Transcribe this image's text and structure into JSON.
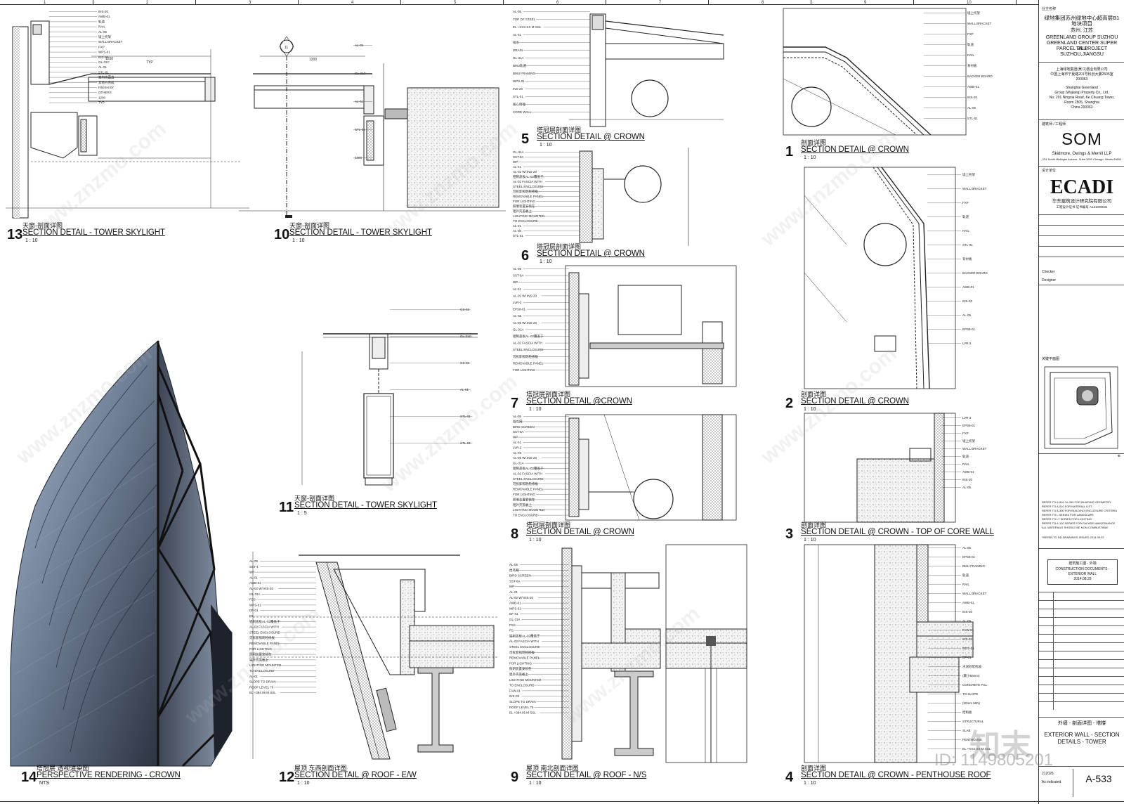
{
  "grid_numbers": [
    "1",
    "2",
    "3",
    "4",
    "5",
    "6",
    "7",
    "8",
    "9",
    "10"
  ],
  "details": {
    "d13": {
      "num": "13",
      "zh": "天窗-剖面详图",
      "en": "SECTION DETAIL - TOWER SKYLIGHT",
      "scale": "1 : 10"
    },
    "d10": {
      "num": "10",
      "zh": "天窗-剖面详图",
      "en": "SECTION DETAIL - TOWER SKYLIGHT",
      "scale": "1 : 10"
    },
    "d11": {
      "num": "11",
      "zh": "天窗-剖面详图",
      "en": "SECTION DETAIL - TOWER SKYLIGHT",
      "scale": "1 : 5"
    },
    "d14": {
      "num": "14",
      "zh": "塔冠层 透视渲染图",
      "en": "PERSPECTIVE RENDERING - CROWN",
      "scale": "NTS"
    },
    "d12": {
      "num": "12",
      "zh": "屋顶 东西剖面详图",
      "en": "SECTION DETAIL @ ROOF - E/W",
      "scale": "1 : 10"
    },
    "d9": {
      "num": "9",
      "zh": "屋顶 南北剖面详图",
      "en": "SECTION DETAIL @ ROOF - N/S",
      "scale": "1 : 10"
    },
    "d5": {
      "num": "5",
      "zh": "塔冠层剖面详图",
      "en": "SECTION DETAIL @ CROWN",
      "scale": "1 : 10"
    },
    "d6": {
      "num": "6",
      "zh": "塔冠层剖面详图",
      "en": "SECTION DETAIL @ CROWN",
      "scale": "1 : 10"
    },
    "d7": {
      "num": "7",
      "zh": "塔冠层剖面详图",
      "en": "SECTION DETAIL @CROWN",
      "scale": "1 : 10"
    },
    "d8": {
      "num": "8",
      "zh": "塔冠层剖面详图",
      "en": "SECTION DETAIL @ CROWN",
      "scale": "1 : 10"
    },
    "d1": {
      "num": "1",
      "zh": "剖面详图",
      "en": "SECTION DETAIL @ CROWN",
      "scale": "1 : 10"
    },
    "d2": {
      "num": "2",
      "zh": "剖面详图",
      "en": "SECTION DETAIL @ CROWN",
      "scale": "1 : 10"
    },
    "d3": {
      "num": "3",
      "zh": "剖面详图",
      "en": "SECTION DETAIL @ CROWN - TOP OF CORE WALL",
      "scale": "1 : 10"
    },
    "d4": {
      "num": "4",
      "zh": "剖面详图",
      "en": "SECTION DETAIL @ CROWN - PENTHOUSE ROOF",
      "scale": "1 : 10"
    }
  },
  "tags": {
    "d13": [
      "INS-20",
      "AWB-01",
      "轨道",
      "RAIL",
      "AL-05",
      "墙上托架",
      "WALL BRACKET",
      "FXP",
      "WPS-01",
      "INS-03",
      "GL-31C",
      "AL-01",
      "STL-01",
      "室内饰面由",
      "其他方完成",
      "FINISH BY",
      "OTHERS",
      "1200",
      "TYP"
    ],
    "d10": [
      "AL-05",
      "GL-31C",
      "AL-01",
      "STL-01",
      "1200"
    ],
    "d11": [
      "GS-02",
      "GL-31C",
      "GS-03",
      "AL-01",
      "STL-01",
      "STL-01"
    ],
    "d12": [
      "AL-05",
      "SST-4",
      "WP",
      "AL-01",
      "AWB-01",
      "AL-02 W/ INS-20",
      "GL-31A",
      "FSS",
      "WPS-01",
      "DF-01",
      "FS",
      "铝制盖板AL-02覆盖于",
      "AL-02 FASCIA WITH",
      "STEEL ENCLOSURE",
      "可拆卸照明检修板",
      "REMOVABLE PANEL",
      "FOR LIGHTING",
      "照明装置安装在",
      "铝外壳盖板上",
      "LIGHTING MOUNTED",
      "TO ENCLOSURE",
      "AL-01",
      "SLOPE TO DRAIN",
      "ROOF LEVEL 79",
      "EL +394.05 M SSL"
    ],
    "d9": [
      "AL-05",
      "挡鸟网",
      "BIRD SCREEN",
      "SST-6A",
      "WP",
      "AL-01",
      "AL-02 W/ INS-20",
      "AWB-01",
      "WPS-01",
      "DF-01",
      "GL-31A",
      "FSS",
      "FS",
      "铝制盖板AL-02覆盖于",
      "AL-02 FASCIA WITH",
      "STEEL ENCLOSURE",
      "可拆卸照明检修板",
      "REMOVABLE PANEL",
      "FOR LIGHTING",
      "照明装置安装在",
      "铝外壳盖板上",
      "LIGHTING MOUNTED",
      "TO ENCLOSURE",
      "FAW-01",
      "INS-03",
      "SLOPE TO DRAIN",
      "ROOF LEVEL 79",
      "EL +394.05 M SSL"
    ],
    "d5": [
      "AL-05",
      "TOP OF STEEL",
      "EL +XXX.XX M SSL",
      "AL-01",
      "排水",
      "DRAIN",
      "GL-31A",
      "BMU轨道",
      "BMU FRAMING",
      "WPS-01",
      "INS-20",
      "STL-01",
      "核心筒墙",
      "CORE WALL"
    ],
    "d6": [
      "GL-31A",
      "SST-6A",
      "WP",
      "AL-01",
      "AL-02 W/ INS-20",
      "铝制盖板AL-02覆盖于",
      "AL-02 FASCIA WITH",
      "STEEL ENCLOSURE",
      "可拆卸照明检修板",
      "REMOVABLE PANEL",
      "FOR LIGHTING",
      "照明装置安装在",
      "铝外壳盖板上",
      "LIGHTING MOUNTED",
      "TO ENCLOSURE",
      "AL-01",
      "AL-05",
      "STL-01"
    ],
    "d7": [
      "AL-05",
      "SST-6A",
      "WP",
      "AL-01",
      "AL-02 W/ INS-20",
      "LVR-2",
      "EPS8-01",
      "AL-05",
      "AL-05 W/ INS-20",
      "GL-31A",
      "铝制盖板AL-02覆盖于",
      "AL-02 FASCIA WITH",
      "STEEL ENCLOSURE",
      "可拆卸照明检修板",
      "REMOVABLE PANEL",
      "FOR LIGHTING"
    ],
    "d8": [
      "AL-05",
      "挡鸟网",
      "BIRD SCREEN",
      "SST-6A",
      "WP",
      "AL-01",
      "LVR-2",
      "AL-05",
      "AL-05 W/ INS-20",
      "GL-31A",
      "铝制盖板AL-02覆盖于",
      "AL-02 FASCIA WITH",
      "STEEL ENCLOSURE",
      "可拆卸照明检修板",
      "REMOVABLE PANEL",
      "FOR LIGHTING",
      "照明装置安装在",
      "铝外壳盖板上",
      "LIGHTING MOUNTED",
      "TO ENCLOSURE"
    ],
    "d1": [
      "墙上托架",
      "WALL BRACKET",
      "FXP",
      "轨道",
      "RAIL",
      "背衬板",
      "BACKER BOARD",
      "AWB-01",
      "INS-20",
      "AL-05",
      "STL-01"
    ],
    "d2": [
      "墙上托架",
      "WALL BRACKET",
      "FXP",
      "轨道",
      "RAIL",
      "STL-01",
      "背衬板",
      "BACKER BOARD",
      "AWB-01",
      "INS-20",
      "AL-05",
      "EPS8-01",
      "LVR-2"
    ],
    "d3": [
      "LVR-2",
      "EPS8-01",
      "FXP",
      "墙上托架",
      "WALL BRACKET",
      "轨道",
      "RAIL",
      "AWB-01",
      "INS-20",
      "AL-05"
    ],
    "d4": [
      "AL-05",
      "EPS8-01",
      "BMU FRAMING",
      "轨道",
      "RAIL",
      "WALL BRACKET",
      "AWB-01",
      "INS-20",
      "AL-05",
      "FAW-01",
      "INS-03",
      "WPS-01",
      "DF-01",
      "水泥砂浆找坡",
      "(最小50mm)",
      "CONCRETE FILL",
      "TO SLOPE",
      "(50mm MIN)",
      "结构板",
      "STRUCTURAL",
      "SLAB",
      "PENTHOUSE",
      "EL +XXX.XX M SSL"
    ]
  },
  "dimensions": {
    "d13_main": "1200",
    "d13_typ": "TYP",
    "d10_main": "1200",
    "grid_bubble": "11"
  },
  "title_block": {
    "owner_title": "业主名称",
    "project_zh": "绿地集团苏州绿地中心超高层B1地块项目",
    "project_city_zh": "苏州, 江苏",
    "project_en_1": "GREENLAND GROUP SUZHOU",
    "project_en_2": "GREENLAND CENTER SUPER TALL",
    "project_en_3": "PARCEL B1 PROJECT",
    "project_en_4": "SUZHOU,JIANGSU",
    "client_zh": "上海绿地集团(吴江)置业有限公司",
    "client_addr_zh": "中国上海市宁夏路201号科创大厦2505室",
    "client_zip": "200063",
    "client_en_1": "Shanghai Greenland",
    "client_en_2": "Group (Wujiang) Property Co., Ltd.",
    "client_en_3": "No. 201 Ningxia Road, Ke Chuang Tower,",
    "client_en_4": "Room 2505, Shanghai",
    "client_en_5": "China 200063",
    "architect_label": "建筑师 / 工程师",
    "som_logo": "SOM",
    "som_name": "Skidmore, Owings & Merrill LLP",
    "som_addr": "224 South Michigan Avenue, Suite 1000 Chicago, Illinois 60604",
    "ecadi_label": "设计单位",
    "ecadi_logo": "ECADI",
    "ecadi_zh": "华东建筑设计研究院有限公司",
    "ecadi_sub": "工程设计证书  证书编号  A131000031",
    "checked": "Checker",
    "designer": "Designer",
    "keyplan_label": "关键平面图",
    "notes": [
      "REFER TO A-002 / A-330 FOR BUILDING GEOMETRY",
      "REFER TO A-010 FOR MATERIAL LIST",
      "REFER TO A-330 FOR BUILDING ENCLOSURE CRITERIA",
      "REFER TO L SERIES FOR LANDSCAPE",
      "REFER TO LT SERIES FOR LIGHTING",
      "REFER TO A-120 SERIES FOR FACADE MAINTENANCE",
      "ALL MATERIALS SHOULD BE NON-COMBUSTIBLE"
    ],
    "notes_ref": "*REFER TO DD DRAWINGS ISSUED 2014.05.02",
    "stage_zh": "建筑施工图 - 外墙",
    "stage_en_1": "CONSTRUCTION DOCUMENTS -",
    "stage_en_2": "EXTERIOR WALL",
    "stage_date": "2014.08.29",
    "sheet_title_zh": "外墙 - 剖面详图 - 塔楼",
    "sheet_title_en_1": "EXTERIOR WALL - SECTION",
    "sheet_title_en_2": "DETAILS - TOWER",
    "project_no": "212026",
    "scale": "As indicated",
    "sheet_no": "A-533"
  },
  "watermarks": {
    "site": "www.znzmo.com",
    "brand": "知末",
    "id": "ID: 1149805201"
  },
  "colors": {
    "line": "#222222",
    "glass_top": "#9fb1c8",
    "glass_mid": "#5e6f88",
    "glass_dark": "#2a3240",
    "frame": "#1b1f26"
  }
}
